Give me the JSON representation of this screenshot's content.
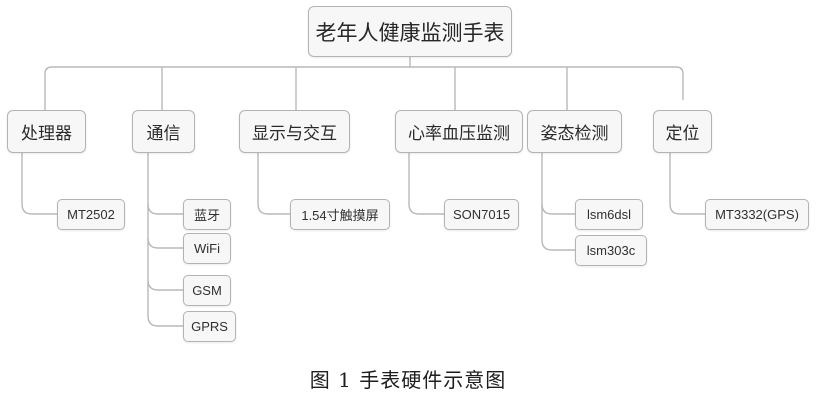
{
  "root": {
    "label": "老年人健康监测手表"
  },
  "categories": [
    {
      "label": "处理器",
      "children": [
        "MT2502"
      ]
    },
    {
      "label": "通信",
      "children": [
        "蓝牙",
        "WiFi",
        "GSM",
        "GPRS"
      ]
    },
    {
      "label": "显示与交互",
      "children": [
        "1.54寸触摸屏"
      ]
    },
    {
      "label": "心率血压监测",
      "children": [
        "SON7015"
      ]
    },
    {
      "label": "姿态检测",
      "children": [
        "lsm6dsl",
        "lsm303c"
      ]
    },
    {
      "label": "定位",
      "children": [
        "MT3332(GPS)"
      ]
    }
  ],
  "caption": "图 1 手表硬件示意图"
}
